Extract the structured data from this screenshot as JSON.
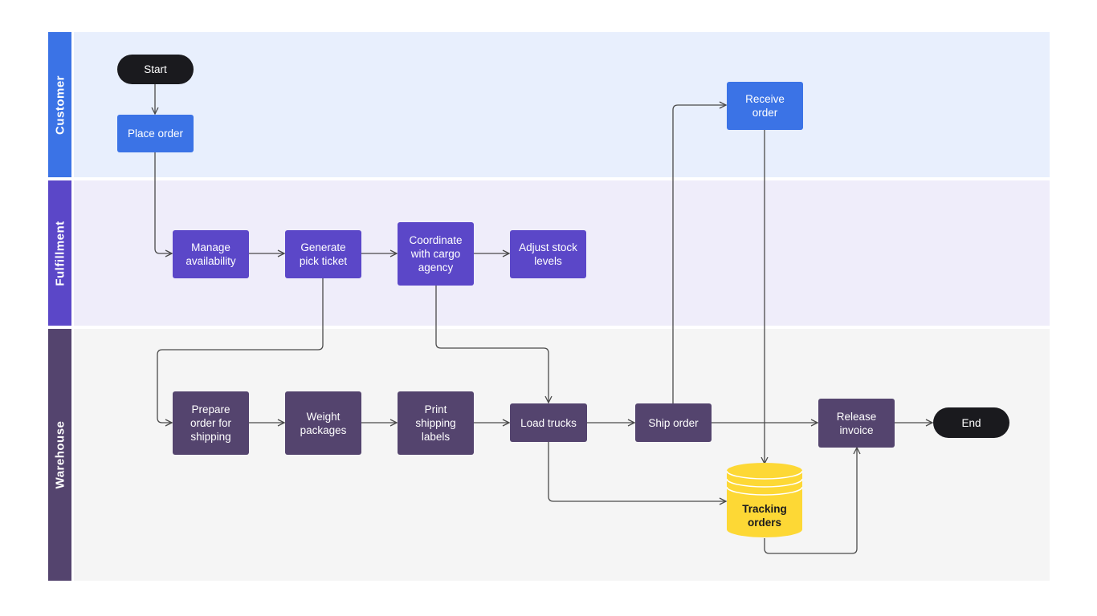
{
  "lanes": {
    "customer": "Customer",
    "fulfillment": "Fulfillment",
    "warehouse": "Warehouse"
  },
  "nodes": {
    "start": "Start",
    "place_order": "Place order",
    "receive_order": "Receive\norder",
    "manage_availability": "Manage\navailability",
    "generate_pick_ticket": "Generate\npick ticket",
    "coordinate_cargo": "Coordinate\nwith cargo\nagency",
    "adjust_stock": "Adjust stock\nlevels",
    "prepare_order": "Prepare\norder for\nshipping",
    "weight_packages": "Weight\npackages",
    "print_labels": "Print\nshipping\nlabels",
    "load_trucks": "Load trucks",
    "ship_order": "Ship order",
    "release_invoice": "Release\ninvoice",
    "end": "End",
    "tracking_orders": "Tracking\norders"
  },
  "colors": {
    "customer": "#3b73e6",
    "fulfillment": "#5b47c8",
    "warehouse": "#54446e",
    "terminal": "#1a1a1e",
    "database": "#fdd835"
  }
}
